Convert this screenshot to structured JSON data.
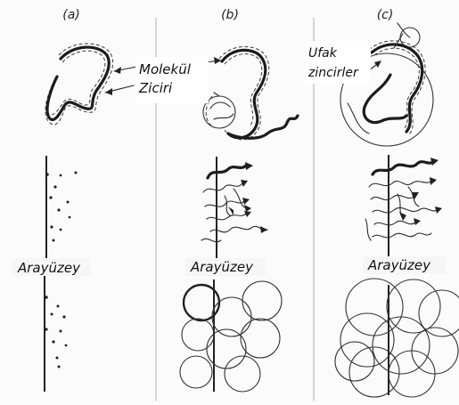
{
  "panels": [
    {
      "id": "a",
      "label": "(a)"
    },
    {
      "id": "b",
      "label": "(b)"
    },
    {
      "id": "c",
      "label": "(c)"
    }
  ],
  "labels": {
    "molecule_segment_line1": "Molekül",
    "molecule_segment_line2": "Ziciri",
    "short_chains_line1": "Ufak",
    "short_chains_line2": "zincirler",
    "interface_a": "Arayüzey",
    "interface_b": "Arayüzey",
    "interface_c": "Arayüzey"
  }
}
